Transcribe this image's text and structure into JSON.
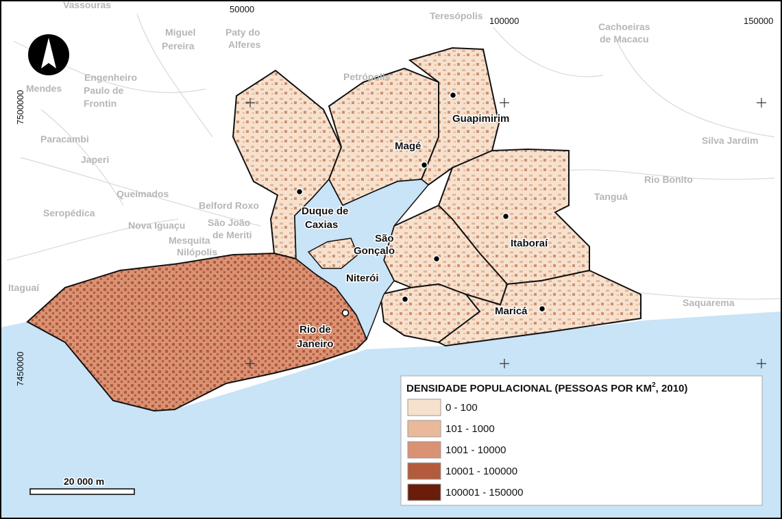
{
  "map": {
    "grid_labels": {
      "x": [
        "50000",
        "100000",
        "150000"
      ],
      "y": [
        "7500000",
        "7450000"
      ]
    },
    "context_places": [
      "Vassouras",
      "Miguel",
      "Pereira",
      "Paty do",
      "Alferes",
      "Teresópolis",
      "Cachoeiras",
      "de Macacu",
      "Mendes",
      "Engenheiro",
      "Paulo de",
      "Frontin",
      "Petrópolis",
      "Paracambi",
      "Japeri",
      "Silva Jardim",
      "Rio Bonito",
      "Tanguá",
      "Queimados",
      "Belford Roxo",
      "Seropédica",
      "Nova Iguaçu",
      "São João",
      "de Meriti",
      "Mesquita",
      "Nilópolis",
      "Itaguaí",
      "Saquarema"
    ],
    "municipalities": [
      "Guapimirim",
      "Magé",
      "Duque de",
      "Caxias",
      "São",
      "Gonçalo",
      "Itaboraí",
      "Niterói",
      "Rio de",
      "Janeiro",
      "Maricá"
    ],
    "scale_bar_label": "20 000 m",
    "colors": {
      "water": "#c9e3f7",
      "land_outside": "#ffffff",
      "class_1": "#f6e1cd",
      "class_2": "#e9b999",
      "class_3": "#d99274",
      "class_4": "#b35b3c",
      "class_5": "#6a1d0a"
    }
  },
  "legend": {
    "title_main": "DENSIDADE POPULACIONAL (PESSOAS POR KM",
    "title_sup": "2",
    "title_end": ", 2010)",
    "items": [
      {
        "label": "0 - 100",
        "color": "#f6e1cd"
      },
      {
        "label": "101 - 1000",
        "color": "#e9b999"
      },
      {
        "label": "1001 - 10000",
        "color": "#d99274"
      },
      {
        "label": "10001 - 100000",
        "color": "#b35b3c"
      },
      {
        "label": "100001 - 150000",
        "color": "#6a1d0a"
      }
    ]
  }
}
